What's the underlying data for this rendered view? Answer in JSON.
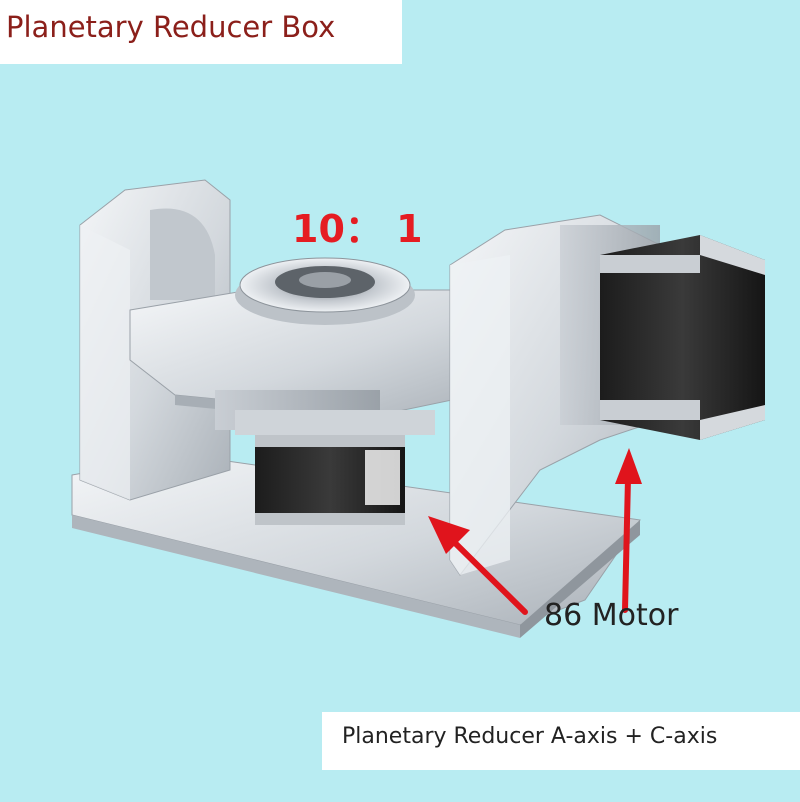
{
  "header": {
    "title": "Planetary Reducer Box"
  },
  "product": {
    "ratio_label": "10： 1",
    "motor_label": "86 Motor",
    "caption": "Planetary Reducer A-axis + C-axis"
  },
  "colors": {
    "background": "#b8ecf2",
    "title_text": "#8b1f1a",
    "ratio_text": "#e51c22",
    "arrow": "#e0141c",
    "aluminum": "#d7dbe0",
    "motor_body": "#2a2a2a"
  }
}
